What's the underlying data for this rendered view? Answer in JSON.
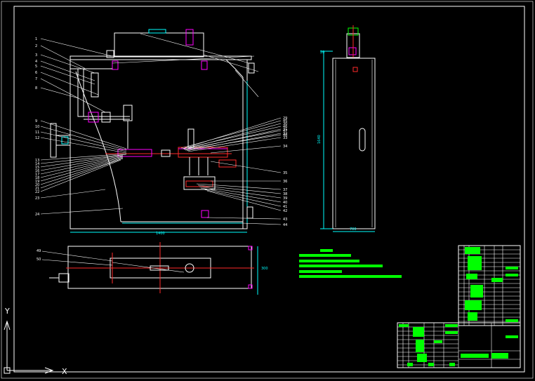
{
  "colors": {
    "background": "#000000",
    "line": "#ffffff",
    "dimension": "#00ffff",
    "center": "#ff2a2a",
    "hidden": "#ff00ff",
    "annotation": "#00ff00"
  },
  "front_view": {
    "callouts_left": [
      "1",
      "2",
      "3",
      "4",
      "5",
      "6",
      "7",
      "8",
      "9",
      "10",
      "11",
      "12",
      "13",
      "14",
      "15",
      "16",
      "17",
      "18",
      "19",
      "20",
      "21",
      "22",
      "23",
      "24"
    ],
    "callouts_right": [
      "29",
      "30",
      "31",
      "32",
      "33",
      "34",
      "35",
      "36",
      "37",
      "38",
      "39",
      "40",
      "41",
      "42",
      "43",
      "44",
      "45",
      "46",
      "47",
      "48"
    ],
    "width_dim": "1400"
  },
  "side_view": {
    "height_dim": "1640",
    "width_dim": "700",
    "top_dim": "20"
  },
  "top_view": {
    "callouts": [
      "49",
      "50"
    ],
    "height_dim": "300"
  },
  "ucs": {
    "y_label": "Y",
    "x_label": "X"
  }
}
